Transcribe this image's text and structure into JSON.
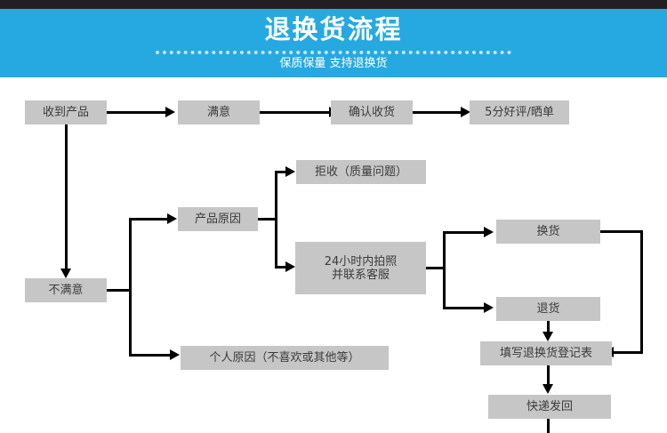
{
  "header": {
    "title": "退换货流程",
    "subtitle": "保质保量 支持退换货",
    "banner_color": "#26a9e0",
    "strip_color": "#231f20"
  },
  "flowchart": {
    "node_fill": "#c6c6c6",
    "line_color": "#000000",
    "nodes": [
      {
        "id": "received",
        "label": "收到产品"
      },
      {
        "id": "satisfied",
        "label": "满意"
      },
      {
        "id": "confirm",
        "label": "确认收货"
      },
      {
        "id": "review",
        "label": "5分好评/晒单"
      },
      {
        "id": "unsatisfied",
        "label": "不满意"
      },
      {
        "id": "product-reason",
        "label": "产品原因"
      },
      {
        "id": "reject",
        "label": "拒收（质量问题）"
      },
      {
        "id": "photo-cs",
        "label": "24小时内拍照\n并联系客服"
      },
      {
        "id": "personal-reason",
        "label": "个人原因（不喜欢或其他等）"
      },
      {
        "id": "exchange",
        "label": "换货"
      },
      {
        "id": "return",
        "label": "退货"
      },
      {
        "id": "form",
        "label": "填写退换货登记表"
      },
      {
        "id": "ship-back",
        "label": "快递发回"
      }
    ]
  }
}
